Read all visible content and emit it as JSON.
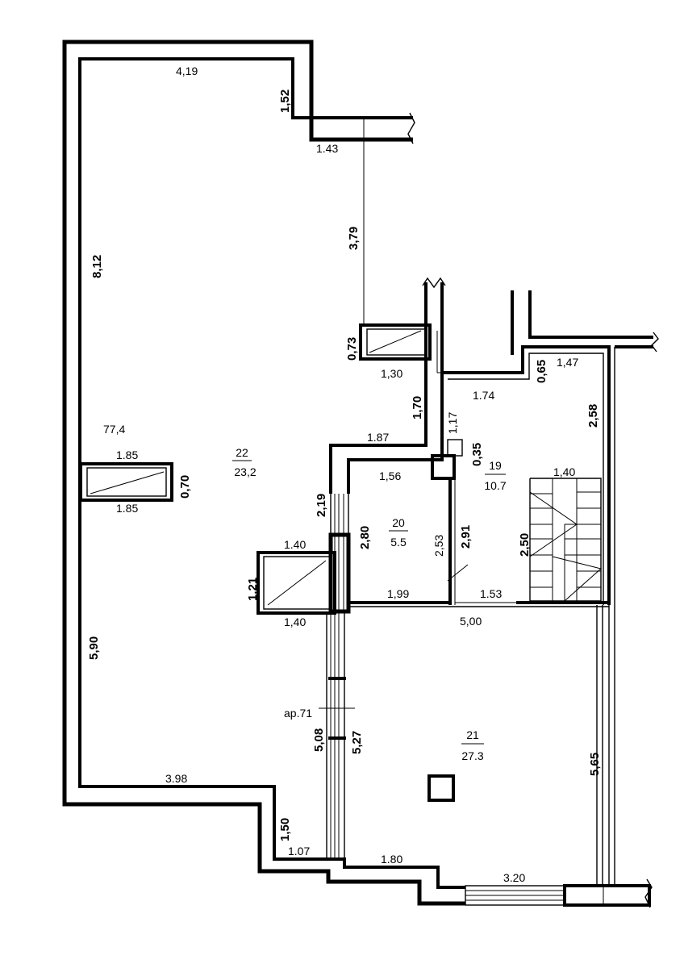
{
  "plan": {
    "total_area": "77,4",
    "apartment_label": "ар.71"
  },
  "rooms": [
    {
      "id": "room-22",
      "number": "22",
      "area": "23,2"
    },
    {
      "id": "room-19",
      "number": "19",
      "area": "10.7"
    },
    {
      "id": "room-20",
      "number": "20",
      "area": "5.5"
    },
    {
      "id": "room-21",
      "number": "21",
      "area": "27.3"
    }
  ],
  "dimensions": {
    "d_4_19": "4,19",
    "d_1_52": "1,52",
    "d_1_43": "1.43",
    "d_3_79": "3,79",
    "d_8_12": "8,12",
    "d_0_73": "0,73",
    "d_1_30": "1,30",
    "d_1_70": "1,70",
    "d_1_74": "1.74",
    "d_0_65": "0,65",
    "d_1_47": "1,47",
    "d_2_58": "2,58",
    "d_1_17": "1,17",
    "d_1_87": "1.87",
    "d_0_35": "0,35",
    "d_1_85_top": "1.85",
    "d_1_85_bottom": "1.85",
    "d_0_70": "0,70",
    "d_1_56": "1,56",
    "d_1_40_stair": "1,40",
    "d_2_19": "2,19",
    "d_2_80": "2,80",
    "d_2_53": "2,53",
    "d_2_91": "2,91",
    "d_2_50": "2,50",
    "d_1_40_top": "1.40",
    "d_1_21": "1,21",
    "d_1_40_bottom": "1,40",
    "d_1_99": "1,99",
    "d_1_53": "1.53",
    "d_5_00": "5,00",
    "d_5_90": "5,90",
    "d_5_08": "5,08",
    "d_5_27": "5,27",
    "d_5_65": "5,65",
    "d_3_98": "3.98",
    "d_1_50": "1,50",
    "d_1_07": "1.07",
    "d_1_80": "1.80",
    "d_3_20": "3.20"
  },
  "colors": {
    "line": "#000000",
    "background": "#ffffff"
  }
}
